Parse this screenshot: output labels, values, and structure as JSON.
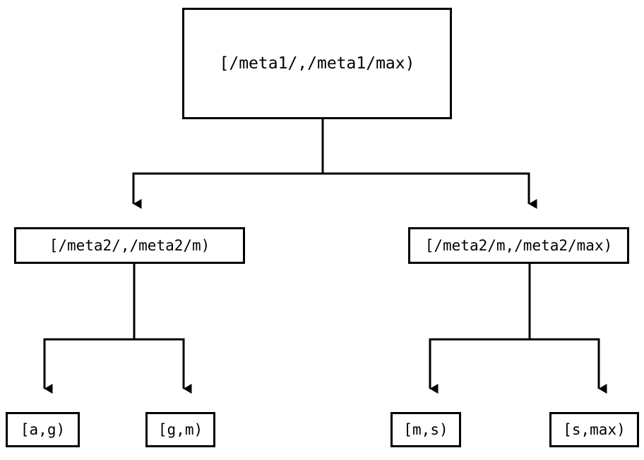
{
  "diagram": {
    "type": "tree",
    "title": "",
    "background_color": "#ffffff",
    "line_color": "#000000",
    "text_color": "#000000",
    "nodes": {
      "root": {
        "label": "[/meta1/,/meta1/max)",
        "name": "root-node"
      },
      "mid_left": {
        "label": "[/meta2/,/meta2/m)",
        "name": "mid-node-left"
      },
      "mid_right": {
        "label": "[/meta2/m,/meta2/max)",
        "name": "mid-node-right"
      },
      "leaves": [
        {
          "label": "[a,g)",
          "name": "leaf-node-a-g"
        },
        {
          "label": "[g,m)",
          "name": "leaf-node-g-m"
        },
        {
          "label": "[m,s)",
          "name": "leaf-node-m-s"
        },
        {
          "label": "[s,max)",
          "name": "leaf-node-s-max"
        }
      ]
    },
    "edges": [
      {
        "from": "root",
        "to": "mid_left",
        "arrow": "triangle-down"
      },
      {
        "from": "root",
        "to": "mid_right",
        "arrow": "triangle-down"
      },
      {
        "from": "mid_left",
        "to": "leaf-a-g",
        "arrow": "triangle-down"
      },
      {
        "from": "mid_left",
        "to": "leaf-g-m",
        "arrow": "triangle-down"
      },
      {
        "from": "mid_right",
        "to": "leaf-m-s",
        "arrow": "triangle-down"
      },
      {
        "from": "mid_right",
        "to": "leaf-s-max",
        "arrow": "triangle-down"
      }
    ]
  }
}
